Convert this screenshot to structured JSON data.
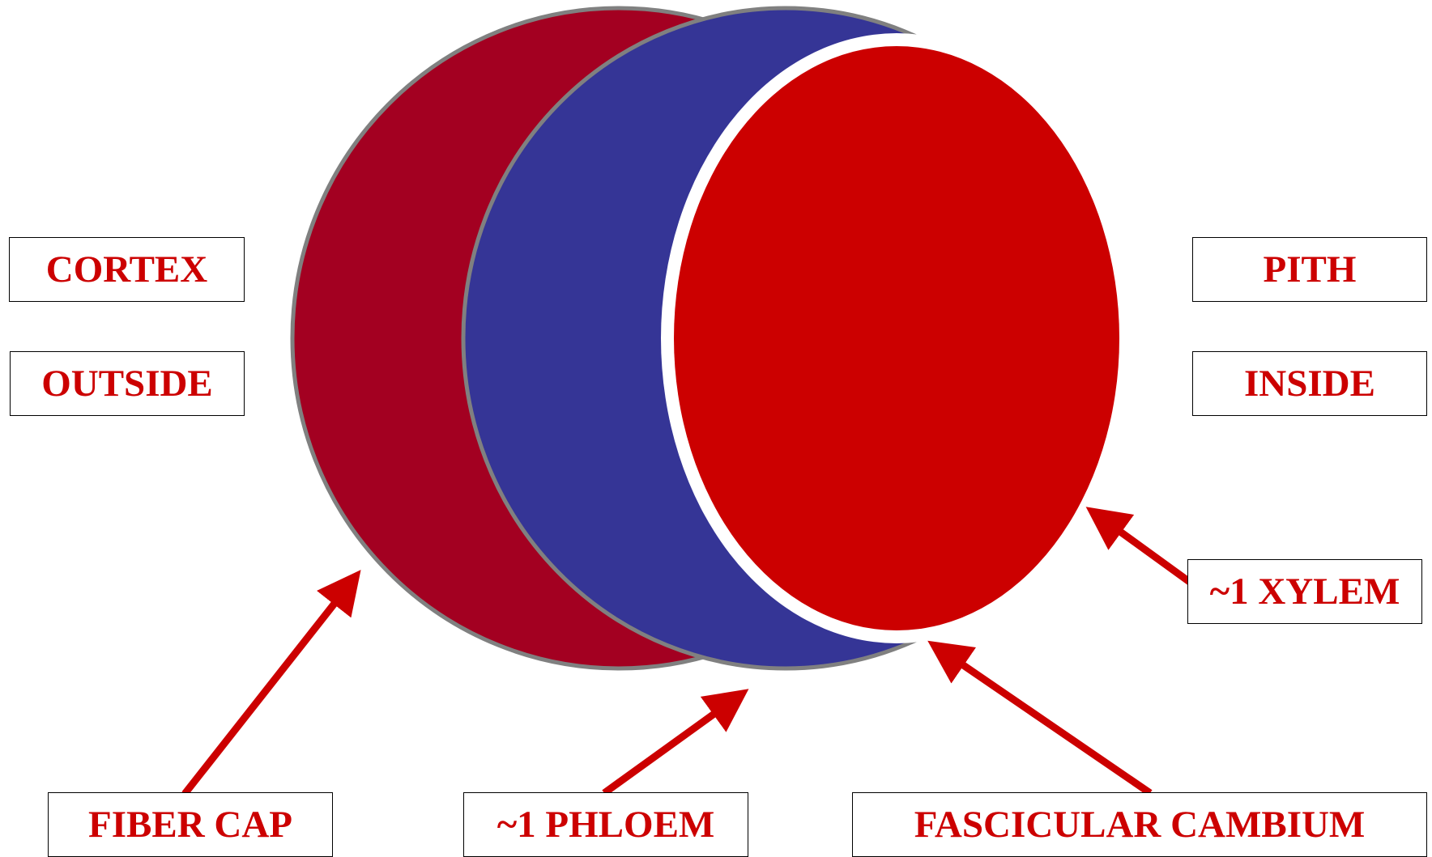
{
  "labels": {
    "cortex": "CORTEX",
    "outside": "OUTSIDE",
    "pith": "PITH",
    "inside": "INSIDE",
    "xylem": "~1 XYLEM",
    "fiber_cap": "FIBER CAP",
    "phloem": "~1 PHLOEM",
    "cambium": "FASCICULAR CAMBIUM"
  },
  "colors": {
    "fiber_cap": "#a30021",
    "phloem": "#353596",
    "xylem": "#cc0000",
    "outline": "#808080",
    "arrow": "#cc0000",
    "text": "#cc0000"
  }
}
